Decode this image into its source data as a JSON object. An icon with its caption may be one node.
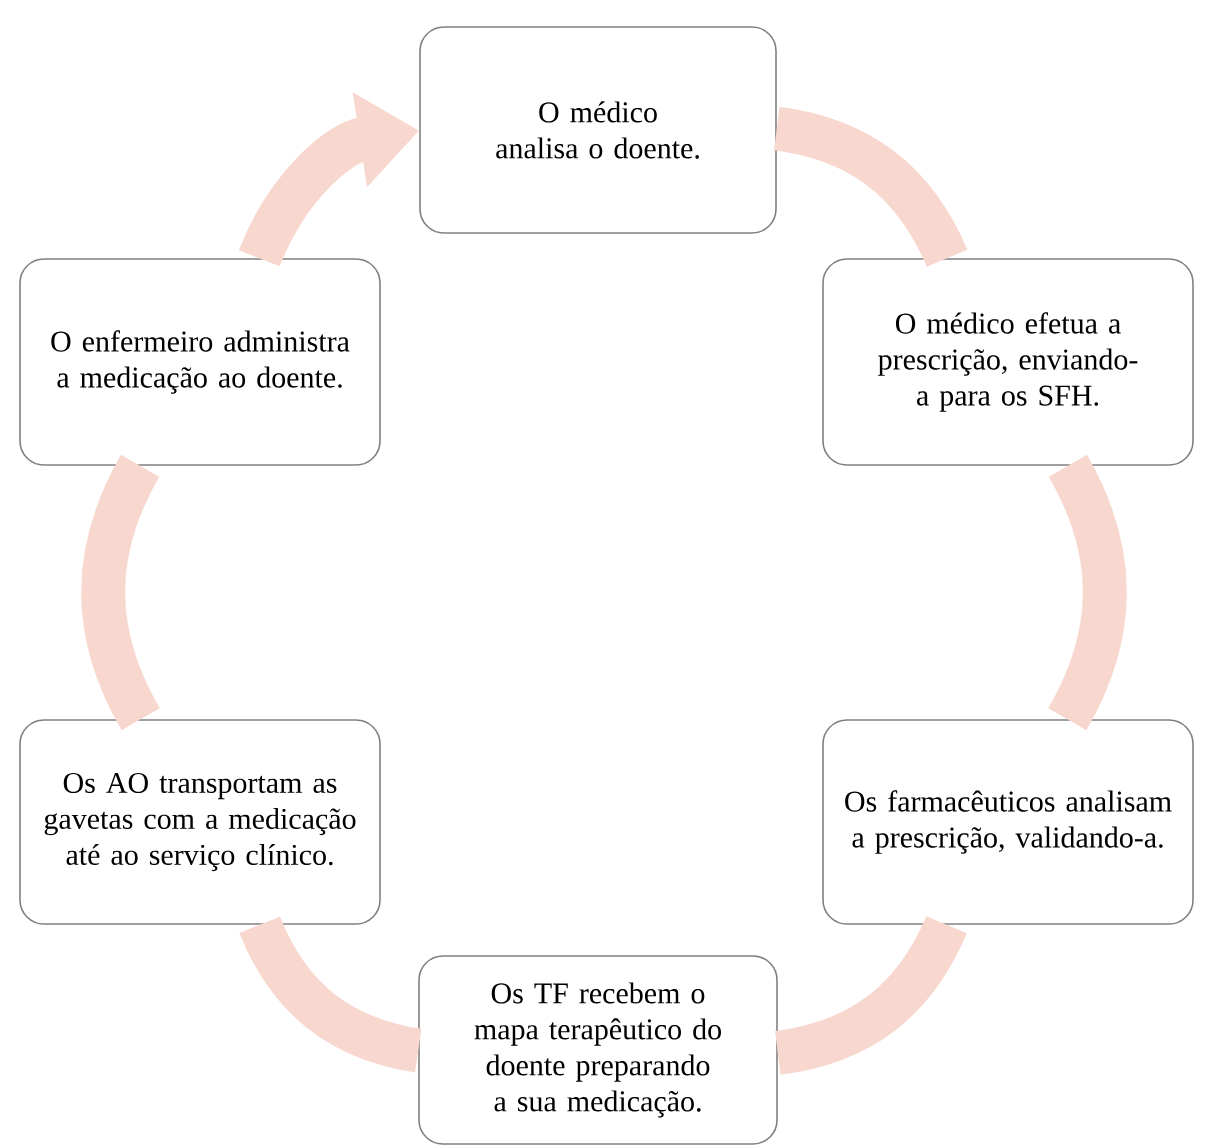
{
  "diagram": {
    "nodes": [
      {
        "text": [
          "O médico analisa o doente."
        ]
      },
      {
        "text": [
          "O médico efetua a prescrição, enviando-a para os SFH."
        ]
      },
      {
        "text": [
          "Os farmacêuticos analisam a prescrição, validando-a."
        ]
      },
      {
        "text": [
          "Os TF recebem o mapa terapêutico do doente preparando a sua medicação."
        ]
      },
      {
        "text": [
          "Os AO transportam as gavetas com a medicação até ao serviço clínico."
        ]
      },
      {
        "text": [
          "O enfermeiro administra a medicação ao doente."
        ]
      }
    ],
    "edges": [
      {
        "from": 0,
        "to": 1,
        "arrow": "none"
      },
      {
        "from": 1,
        "to": 2,
        "arrow": "none"
      },
      {
        "from": 2,
        "to": 3,
        "arrow": "none"
      },
      {
        "from": 3,
        "to": 4,
        "arrow": "none"
      },
      {
        "from": 4,
        "to": 5,
        "arrow": "none"
      },
      {
        "from": 5,
        "to": 0,
        "arrow": "to"
      }
    ]
  }
}
